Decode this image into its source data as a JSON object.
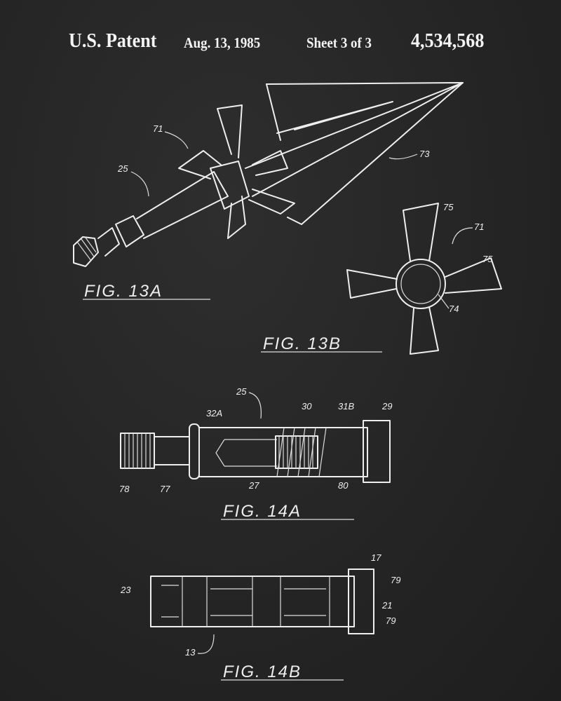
{
  "header": {
    "title": "U.S. Patent",
    "date": "Aug. 13, 1985",
    "sheet": "Sheet 3 of 3",
    "patent_number": "4,534,568"
  },
  "figures": {
    "fig13a": {
      "caption": "FIG. 13A",
      "labels": [
        "71",
        "25",
        "73"
      ]
    },
    "fig13b": {
      "caption": "FIG. 13B",
      "labels": [
        "75",
        "71",
        "75",
        "74"
      ]
    },
    "fig14a": {
      "caption": "FIG. 14A",
      "labels": [
        "25",
        "32A",
        "30",
        "31B",
        "29",
        "78",
        "77",
        "27",
        "80"
      ]
    },
    "fig14b": {
      "caption": "FIG. 14B",
      "labels": [
        "17",
        "79",
        "23",
        "21",
        "79",
        "13"
      ]
    }
  },
  "colors": {
    "background": "#262626",
    "ink": "#eeeeee"
  }
}
